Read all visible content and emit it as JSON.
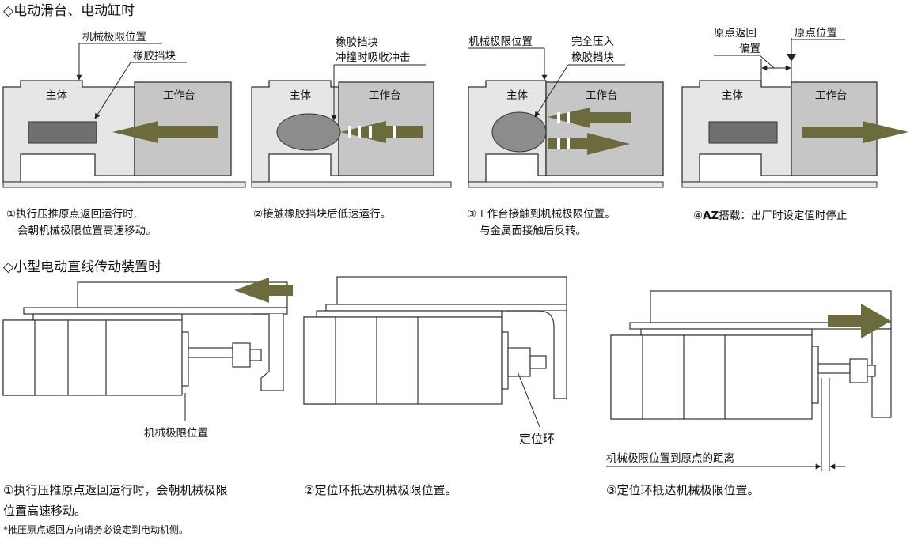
{
  "section1": {
    "title": "◇电动滑台、电动缸时",
    "panels": [
      {
        "body_label": "主体",
        "table_label": "工作台",
        "callout_1": "机械极限位置",
        "callout_2": "橡胶挡块",
        "caption_line_1": "①执行压推原点返回运行时,",
        "caption_line_2": "会朝机械极限位置高速移动。"
      },
      {
        "body_label": "主体",
        "table_label": "工作台",
        "callout_1": "橡胶挡块",
        "callout_2": "冲撞时吸收冲击",
        "caption_line_1": "②接触橡胶挡块后低速运行。"
      },
      {
        "body_label": "主体",
        "table_label": "工作台",
        "callout_1": "机械极限位置",
        "callout_2": "完全压入",
        "callout_3": "橡胶挡块",
        "caption_line_1": "③工作台接触到机械极限位置。",
        "caption_line_2": "与金属面接触后反转。"
      },
      {
        "body_label": "主体",
        "table_label": "工作台",
        "callout_1": "原点返回",
        "callout_2": "偏置",
        "callout_3": "原点位置",
        "caption_bold": "AZ",
        "caption_prefix": "④",
        "caption_rest": "搭载：出厂时设定值时停止"
      }
    ]
  },
  "section2": {
    "title": "◇小型电动直线传动装置时",
    "panels": [
      {
        "label": "机械极限位置",
        "caption_line_1": "①执行压推原点返回运行时，会朝机械极限",
        "caption_line_2": "位置高速移动。"
      },
      {
        "label": "定位环",
        "caption_line_1": "②定位环抵达机械极限位置。"
      },
      {
        "label": "机械极限位置到原点的距离",
        "caption_line_1": "③定位环抵达机械极限位置。"
      }
    ],
    "footnote": "*推压原点返回方向请务必设定到电动机侧。"
  },
  "colors": {
    "body_fill": "#e6e6e6",
    "table_fill": "#c6c6c6",
    "block_fill": "#707070",
    "rubber_fill": "#8c8c8c",
    "arrow_fill": "#6b6b3e",
    "outline": "#333333"
  }
}
